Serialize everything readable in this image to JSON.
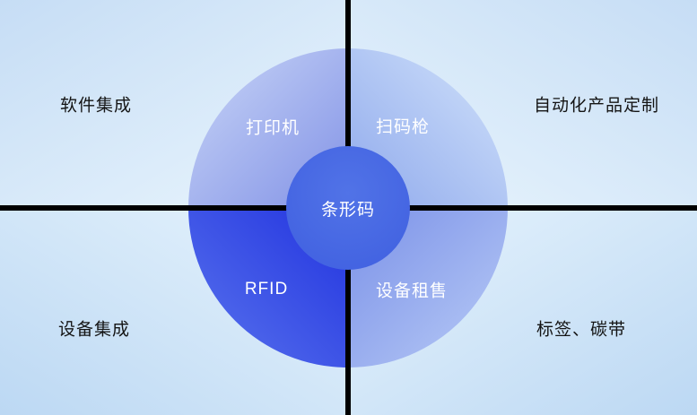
{
  "diagram": {
    "center_label": "条形码",
    "ring_segments": {
      "top_left": "打印机",
      "top_right": "扫码枪",
      "bottom_left": "RFID",
      "bottom_right": "设备租售"
    },
    "corner_labels": {
      "top_left": "软件集成",
      "top_right": "自动化产品定制",
      "bottom_left": "设备集成",
      "bottom_right": "标签、碳带"
    },
    "colors": {
      "center_circle": "#4264e1",
      "segment_rfid": "#2233df",
      "segment_light": "#8fa9ec",
      "divider": "#000000",
      "background": "#cfe4f8"
    }
  }
}
